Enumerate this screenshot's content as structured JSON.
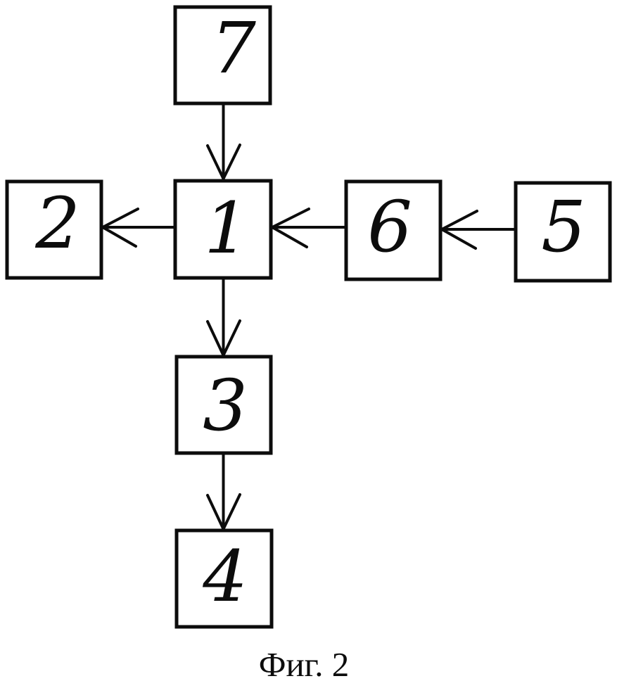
{
  "figure": {
    "caption": "Фиг. 2",
    "diagram_type": "block-diagram",
    "ink_color": "#000000",
    "background_color": "#ffffff",
    "nodes": {
      "n1": {
        "label": "1"
      },
      "n2": {
        "label": "2"
      },
      "n3": {
        "label": "3"
      },
      "n4": {
        "label": "4"
      },
      "n5": {
        "label": "5"
      },
      "n6": {
        "label": "6"
      },
      "n7": {
        "label": "7"
      }
    },
    "edges": [
      {
        "from": "7",
        "to": "1",
        "direction": "down"
      },
      {
        "from": "1",
        "to": "2",
        "direction": "left"
      },
      {
        "from": "6",
        "to": "1",
        "direction": "left"
      },
      {
        "from": "5",
        "to": "6",
        "direction": "left"
      },
      {
        "from": "1",
        "to": "3",
        "direction": "down"
      },
      {
        "from": "3",
        "to": "4",
        "direction": "down"
      }
    ]
  }
}
